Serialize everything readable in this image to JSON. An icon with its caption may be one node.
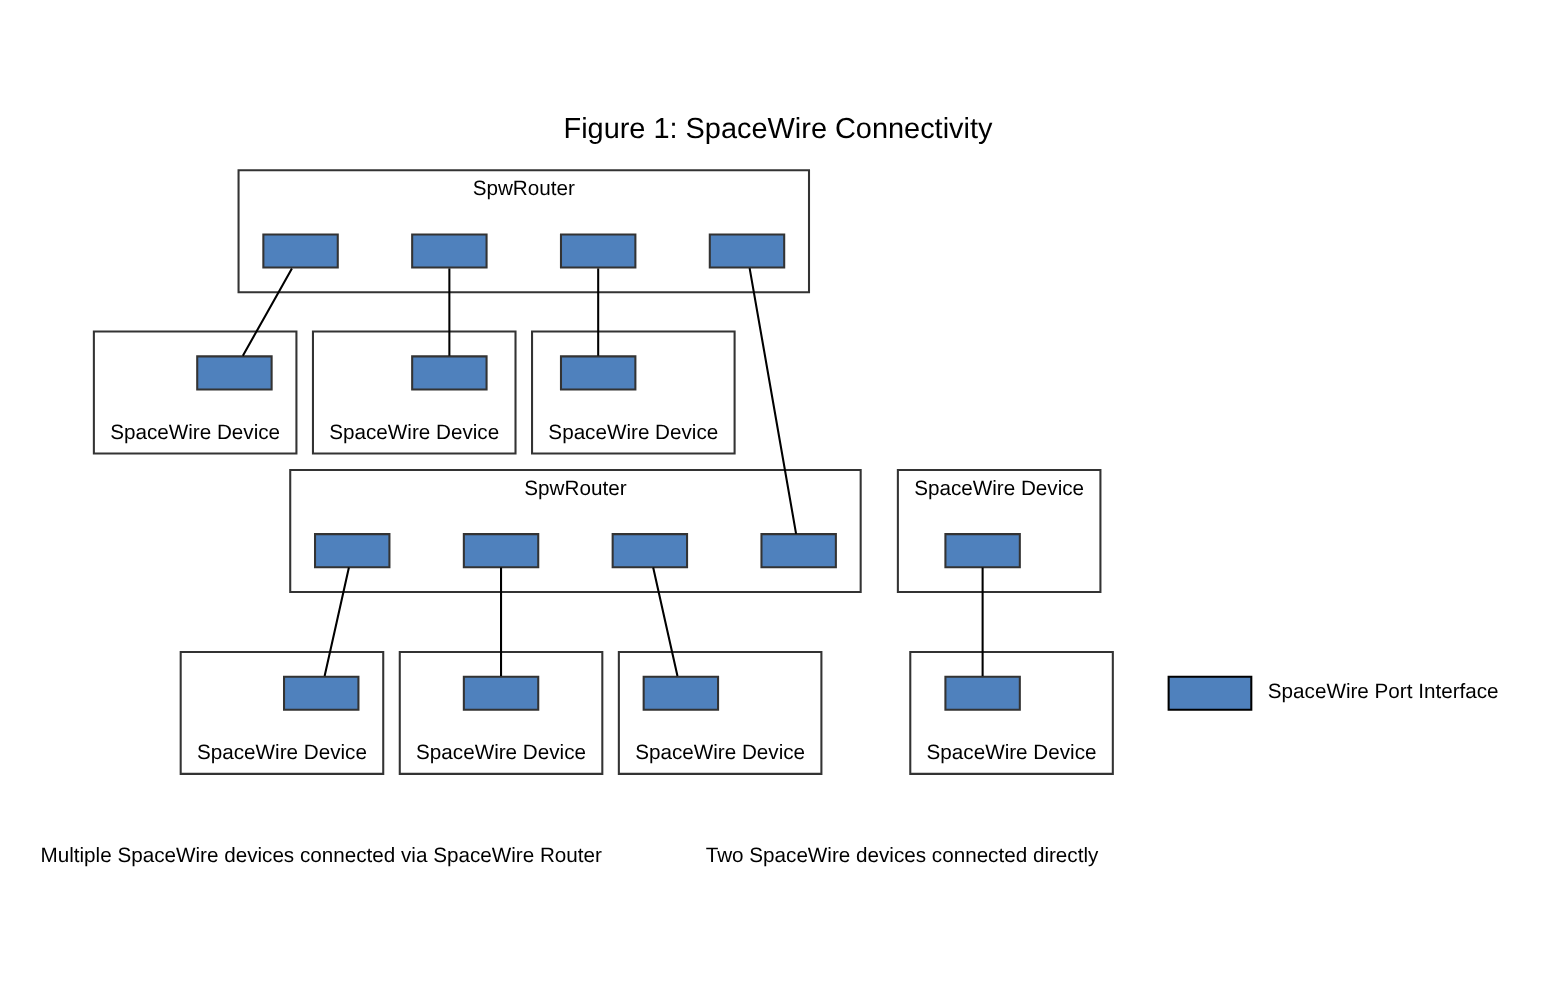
{
  "diagram": {
    "title": "Figure 1: SpaceWire Connectivity",
    "nodes": [
      {
        "text": [
          "SpwRouter"
        ]
      },
      {
        "text": [],
        "shape": "box",
        "in": 0
      },
      {
        "text": [],
        "shape": "box",
        "in": 0
      },
      {
        "text": [],
        "shape": "box",
        "in": 0
      },
      {
        "text": [],
        "shape": "box",
        "in": 0
      },
      {
        "text": [
          "SpaceWire Device"
        ]
      },
      {
        "text": [],
        "shape": "box",
        "in": 5
      },
      {
        "text": [
          "SpaceWire Device"
        ]
      },
      {
        "text": [],
        "shape": "box",
        "in": 7
      },
      {
        "text": [
          "SpaceWire Device"
        ]
      },
      {
        "text": [],
        "shape": "box",
        "in": 9
      },
      {
        "text": [
          "SpwRouter"
        ]
      },
      {
        "text": [],
        "shape": "box",
        "in": 11
      },
      {
        "text": [],
        "shape": "box",
        "in": 11
      },
      {
        "text": [],
        "shape": "box",
        "in": 11
      },
      {
        "text": [],
        "shape": "box",
        "in": 11
      },
      {
        "text": [
          "SpaceWire Device"
        ]
      },
      {
        "text": [],
        "shape": "box",
        "in": 16
      },
      {
        "text": [
          "SpaceWire Device"
        ]
      },
      {
        "text": [],
        "shape": "box",
        "in": 18
      },
      {
        "text": [
          "SpaceWire Device"
        ]
      },
      {
        "text": [],
        "shape": "box",
        "in": 20
      },
      {
        "text": [
          "SpaceWire Device"
        ]
      },
      {
        "text": [],
        "shape": "box",
        "in": 22
      },
      {
        "text": [
          "SpaceWire Device"
        ]
      },
      {
        "text": [],
        "shape": "box",
        "in": 24
      }
    ],
    "edges": [
      {
        "from": 1,
        "to": 6,
        "arrow": "none"
      },
      {
        "from": 2,
        "to": 8,
        "arrow": "none"
      },
      {
        "from": 3,
        "to": 10,
        "arrow": "none"
      },
      {
        "from": 4,
        "to": 15,
        "arrow": "none"
      },
      {
        "from": 12,
        "to": 17,
        "arrow": "none"
      },
      {
        "from": 13,
        "to": 19,
        "arrow": "none"
      },
      {
        "from": 14,
        "to": 21,
        "arrow": "none"
      },
      {
        "from": 23,
        "to": 25,
        "arrow": "none"
      }
    ],
    "labels": [
      "Multiple SpaceWire devices connected via SpaceWire Router",
      "Two SpaceWire devices connected directly"
    ],
    "legend": [
      {
        "text": "SpaceWire Port Interface",
        "color": "#4f81bd"
      }
    ]
  }
}
